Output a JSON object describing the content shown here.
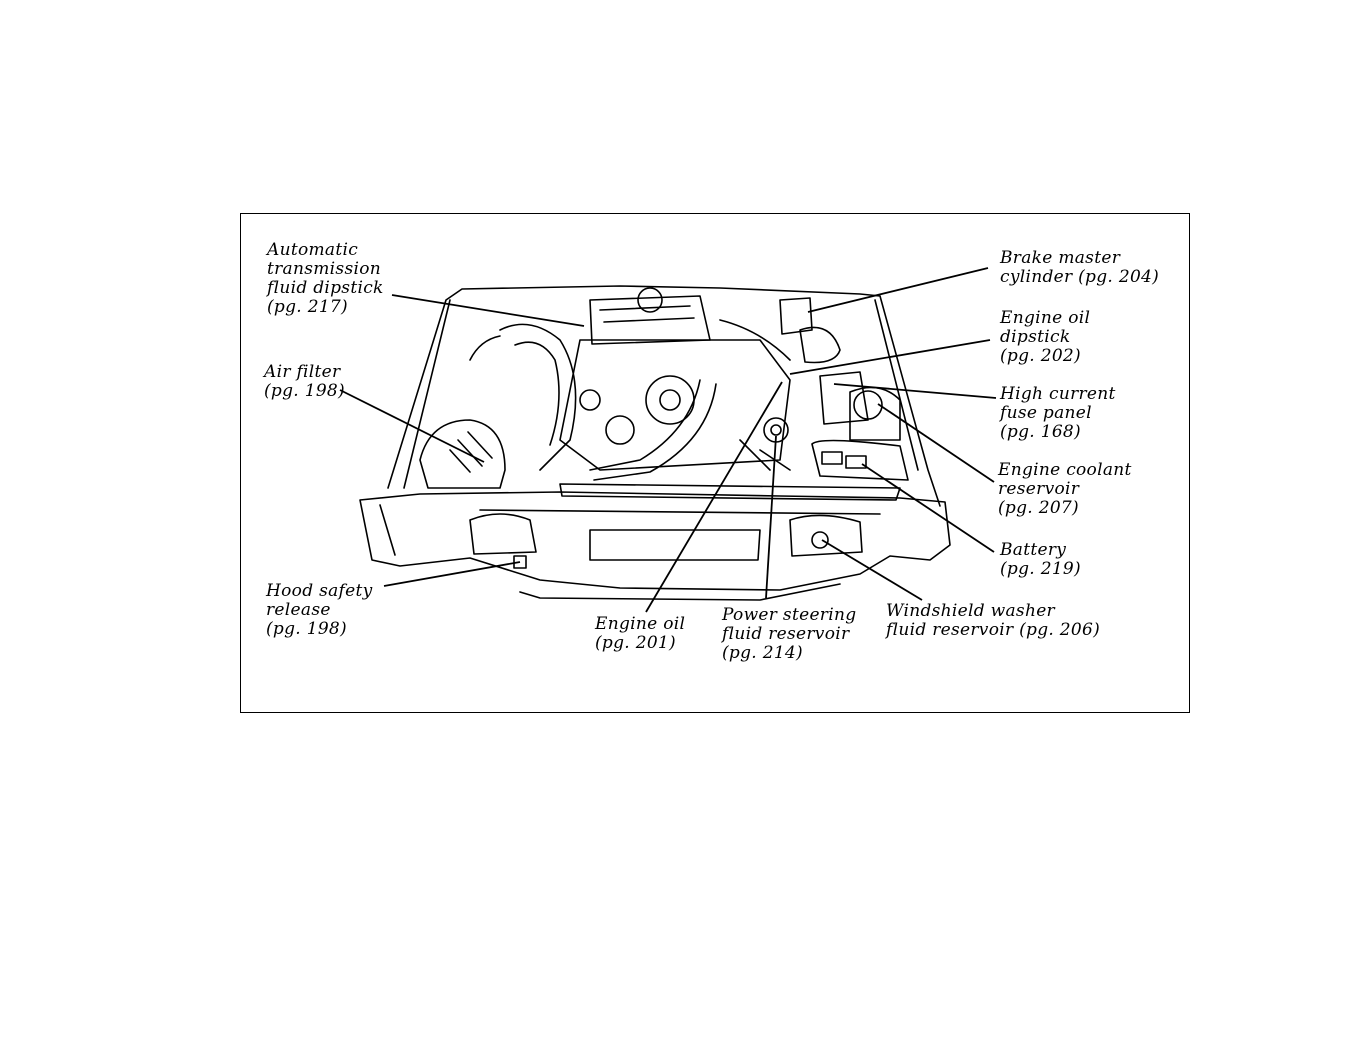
{
  "labels": {
    "atf_dipstick": [
      "Automatic",
      "transmission",
      "fluid dipstick",
      "(pg. 217)"
    ],
    "air_filter": [
      "Air filter",
      "(pg. 198)"
    ],
    "hood_release": [
      "Hood safety",
      "release",
      "(pg. 198)"
    ],
    "engine_oil_fill": [
      "Engine oil",
      "(pg. 201)"
    ],
    "power_steering": [
      "Power steering",
      "fluid reservoir",
      "(pg. 214)"
    ],
    "washer_fluid": [
      "Windshield washer",
      "fluid reservoir (pg. 206)"
    ],
    "battery": [
      "Battery",
      "(pg. 219)"
    ],
    "coolant": [
      "Engine coolant",
      "reservoir",
      "(pg. 207)"
    ],
    "fuse_panel": [
      "High current",
      "fuse panel",
      "(pg. 168)"
    ],
    "oil_dipstick": [
      "Engine oil",
      "dipstick",
      "(pg. 202)"
    ],
    "brake_master": [
      "Brake master",
      "cylinder (pg. 204)"
    ]
  },
  "colors": {
    "ink": "#000000",
    "paper": "#ffffff"
  }
}
